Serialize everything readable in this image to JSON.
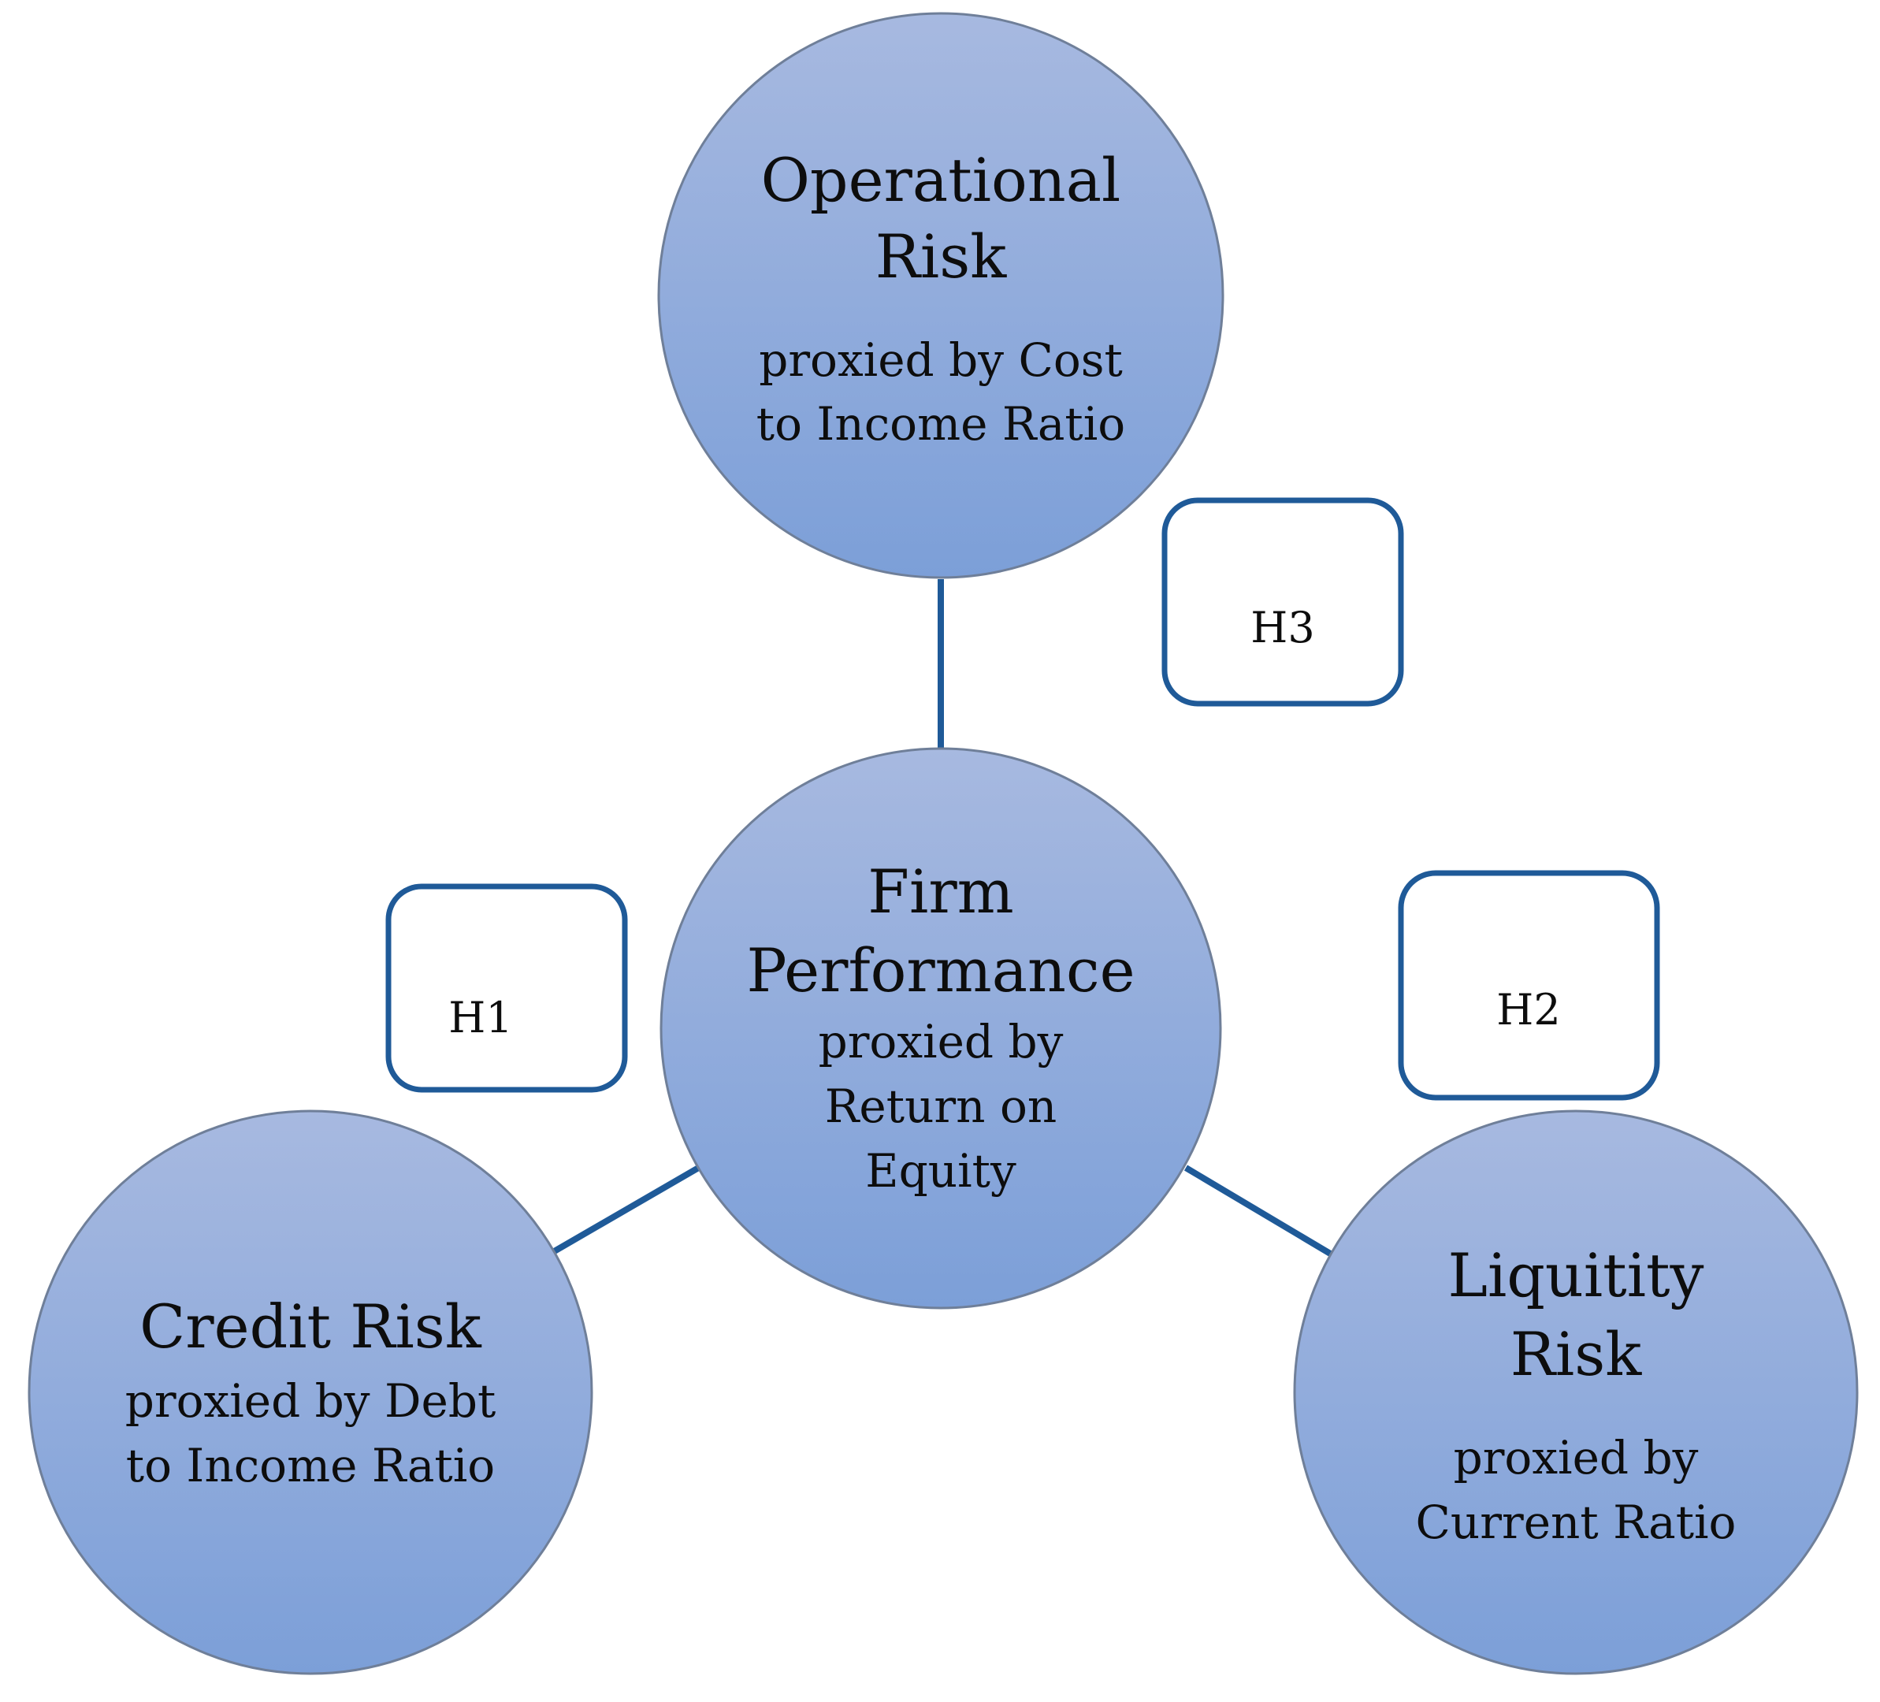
{
  "colors": {
    "circle_top": "#a7b9e0",
    "circle_bottom": "#7c9fd8",
    "circle_stroke": "#6f7f99",
    "connector": "#1f5a98",
    "box_stroke": "#1f5a98",
    "text": "#0d0d0d"
  },
  "nodes": {
    "operational": {
      "title": [
        "Operational",
        "Risk"
      ],
      "subtitle": [
        "proxied by Cost",
        "to Income Ratio"
      ]
    },
    "firm": {
      "title": [
        "Firm",
        "Performance"
      ],
      "subtitle": [
        "proxied by",
        "Return on",
        "Equity"
      ]
    },
    "credit": {
      "title": [
        "Credit Risk"
      ],
      "subtitle": [
        "proxied by Debt",
        "to Income Ratio"
      ]
    },
    "liquidity": {
      "title": [
        "Liquitity",
        "Risk"
      ],
      "subtitle": [
        "proxied by",
        "Current Ratio"
      ]
    }
  },
  "hypotheses": {
    "h1": "H1",
    "h2": "H2",
    "h3": "H3"
  }
}
